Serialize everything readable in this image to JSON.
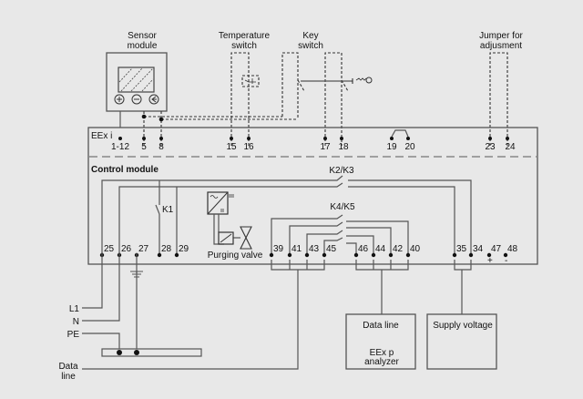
{
  "diagram": {
    "labels": {
      "sensor_module_1": "Sensor",
      "sensor_module_2": "module",
      "temperature_switch_1": "Temperature",
      "temperature_switch_2": "switch",
      "key_switch_1": "Key",
      "key_switch_2": "switch",
      "jumper_1": "Jumper for",
      "jumper_2": "adjusment",
      "eex_i": "EEx i",
      "control_module": "Control module",
      "k1": "K1",
      "k2k3": "K2/K3",
      "k4k5": "K4/K5",
      "purging_valve": "Purging valve",
      "l1": "L1",
      "n": "N",
      "pe": "PE",
      "data_line_left_1": "Data",
      "data_line_left_2": "line",
      "data_line_box": "Data line",
      "eexp_1": "EEx p",
      "eexp_2": "analyzer",
      "supply_voltage": "Supply voltage",
      "plus": "+",
      "minus": "-"
    },
    "eexi_terminals": [
      "1-12",
      "5",
      "8",
      "15",
      "16",
      "17",
      "18",
      "19",
      "20",
      "23",
      "24"
    ],
    "control_terminals": [
      "25",
      "26",
      "27",
      "28",
      "29",
      "39",
      "41",
      "43",
      "45",
      "46",
      "44",
      "42",
      "40",
      "35",
      "34",
      "47",
      "48"
    ],
    "sensor_buttons": [
      "plus-button-icon",
      "minus-button-icon",
      "enter-button-icon"
    ]
  }
}
